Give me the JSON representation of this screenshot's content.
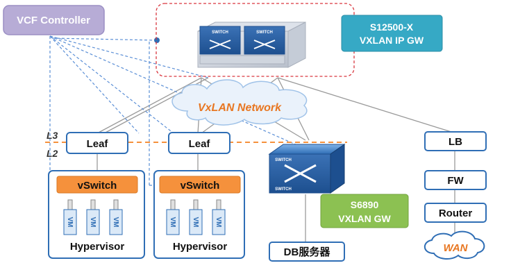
{
  "controller": {
    "label": "VCF Controller"
  },
  "core": {
    "label_line1": "S12500-X",
    "label_line2": "VXLAN IP GW",
    "switch_text": "SWITCH"
  },
  "network": {
    "label": "VxLAN Network"
  },
  "layers": {
    "l3": "L3",
    "l2": "L2"
  },
  "leaves": [
    {
      "label": "Leaf"
    },
    {
      "label": "Leaf"
    }
  ],
  "hosts": [
    {
      "vswitch": "vSwitch",
      "vms": [
        "VM",
        "VM",
        "VM"
      ],
      "hypervisor": "Hypervisor"
    },
    {
      "vswitch": "vSwitch",
      "vms": [
        "VM",
        "VM",
        "VM"
      ],
      "hypervisor": "Hypervisor"
    }
  ],
  "gw": {
    "label_line1": "S6890",
    "label_line2": "VXLAN GW",
    "switch_text": "SWITCH"
  },
  "db": {
    "label": "DB服务器"
  },
  "edge": {
    "lb": "LB",
    "fw": "FW",
    "router": "Router",
    "wan": "WAN"
  },
  "colors": {
    "controller_fill": "#b7acd6",
    "teal": "#36a9c5",
    "green": "#8cc152",
    "orange": "#f5913c",
    "orange_text": "#e87722",
    "dashed_blue": "#5b8fd6",
    "red_dashed": "#d9363e",
    "line_gray": "#9a9a9a",
    "box_border": "#2f6eb5"
  }
}
